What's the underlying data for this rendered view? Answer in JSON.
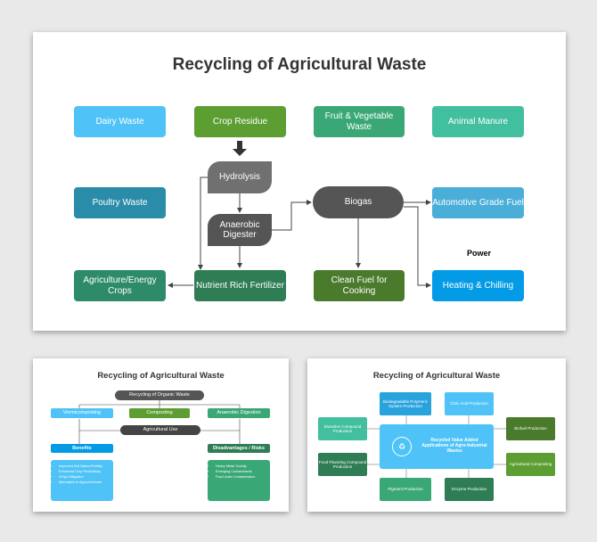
{
  "main": {
    "title": "Recycling of Agricultural Waste",
    "sources": [
      "Dairy Waste",
      "Crop Residue",
      "Fruit & Vegetable Waste",
      "Animal Manure",
      "Poultry Waste"
    ],
    "process": [
      "Hydrolysis",
      "Anaerobic Digester",
      "Biogas"
    ],
    "outputs": [
      "Automotive Grade Fuel",
      "Heating & Chilling",
      "Nutrient Rich Fertilizer",
      "Agriculture/Energy Crops",
      "Clean Fuel for Cooking"
    ],
    "power_label": "Power",
    "colors": {
      "light_blue": "#4fc3f7",
      "green": "#5c9e31",
      "teal_green": "#3aa876",
      "teal": "#41bf9e",
      "dark_teal": "#2a8ca8",
      "gray": "#707070",
      "dark_gray": "#555555",
      "dark_green": "#2e7d55",
      "olive": "#4a7a2c",
      "blue": "#039be5",
      "sky": "#4aaed9"
    }
  },
  "slide2": {
    "title": "Recycling of Agricultural Waste",
    "header": "Recycling of Organic Waste",
    "methods": [
      "Vermicomposting",
      "Composting",
      "Anaerobic Digestion"
    ],
    "use_label": "Agricultural Use",
    "benefits_title": "Benefits",
    "benefits": [
      "Improved Soil Nature/Fertility",
      "Enhanced Crop Productivity",
      "GHg's Mitigation",
      "Alternative to Agrochemicals"
    ],
    "risks_title": "Disadvantages / Risks",
    "risks": [
      "Heavy Metal Toxicity",
      "Emerging Contaminants",
      "Food chain Contamination"
    ]
  },
  "slide3": {
    "title": "Recycling of Agricultural Waste",
    "center": "Recycled Value Added Applications of Agro-Industrial Wastes",
    "items": [
      "Biodegradable Polymeric System Production",
      "Citric Acid Production",
      "Bioactive Compound Production",
      "Biofuel Production",
      "Food Flavoring Compound Production",
      "Agricultural Composting",
      "Pigment Production",
      "Enzyme Production"
    ]
  }
}
